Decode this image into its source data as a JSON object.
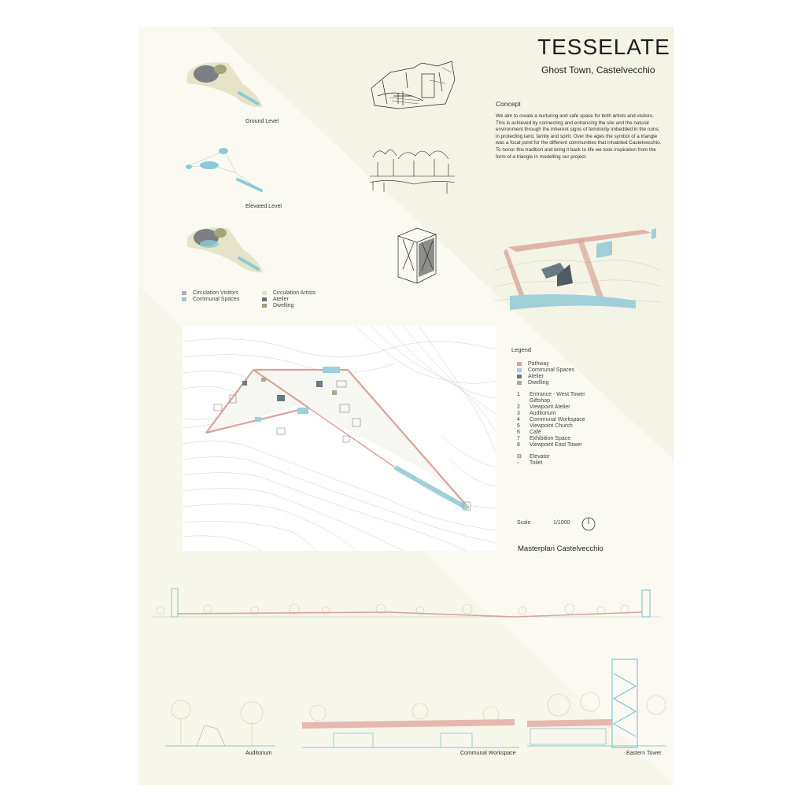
{
  "title": "TESSELATE",
  "subtitle": "Ghost Town, Castelvecchio",
  "concept": {
    "heading": "Concept",
    "body": "We aim to create a nurturing and safe space for both artists and visitors. This is achieved by connecting and enhancing the site and the natural environment through the inherent signs of femininity imbedded in the ruins; in protecting land, family and spirit. Over the ages the symbol of a triangle was a focal point for the different communities that inhabited Castelvecchio. To honor this tradition and bring it back to life we took inspiration from the form of a triangle in modelling our project."
  },
  "levels": [
    "Ground Level",
    "Elevated Level"
  ],
  "circulation_legend": [
    {
      "label": "Circulation Visitors",
      "color": "#b9a7b4"
    },
    {
      "label": "Communal Spaces",
      "color": "#8ec9d4"
    },
    {
      "label": "Circulation Artists",
      "color": "#e6e0c4"
    },
    {
      "label": "Atelier",
      "color": "#6b7077"
    },
    {
      "label": "Dwelling",
      "color": "#9a9e78"
    }
  ],
  "legend": {
    "heading": "Legend",
    "colors": [
      {
        "label": "Pathway",
        "color": "#d9a49a"
      },
      {
        "label": "Communal Spaces",
        "color": "#9fd0da"
      },
      {
        "label": "Atelier",
        "color": "#6b7a82"
      },
      {
        "label": "Dwelling",
        "color": "#a8ac86"
      }
    ],
    "places": [
      {
        "num": "1",
        "label": "Entrance - West Tower"
      },
      {
        "num": "",
        "label": "Giftshop"
      },
      {
        "num": "2",
        "label": "Viewpoint Atelier"
      },
      {
        "num": "3",
        "label": "Auditorium"
      },
      {
        "num": "4",
        "label": "Communal Workspace"
      },
      {
        "num": "5",
        "label": "Viewpoint Church"
      },
      {
        "num": "6",
        "label": "Café"
      },
      {
        "num": "7",
        "label": "Exhibition Space"
      },
      {
        "num": "8",
        "label": "Viewpoint East Tower"
      }
    ],
    "symbols": [
      {
        "symbol": "⊟",
        "label": "Elevator"
      },
      {
        "symbol": "▫",
        "label": "Toilet"
      }
    ]
  },
  "scale": {
    "label": "Scale",
    "value": "1/1000"
  },
  "masterplan_title": "Masterplan Castelvecchio",
  "section_captions": [
    "Auditorium",
    "Communal Workspace",
    "Eastern Tower"
  ],
  "colors": {
    "pathway": "#d9a49a",
    "water": "#9fd0da",
    "sheet": "#fafaf3"
  }
}
